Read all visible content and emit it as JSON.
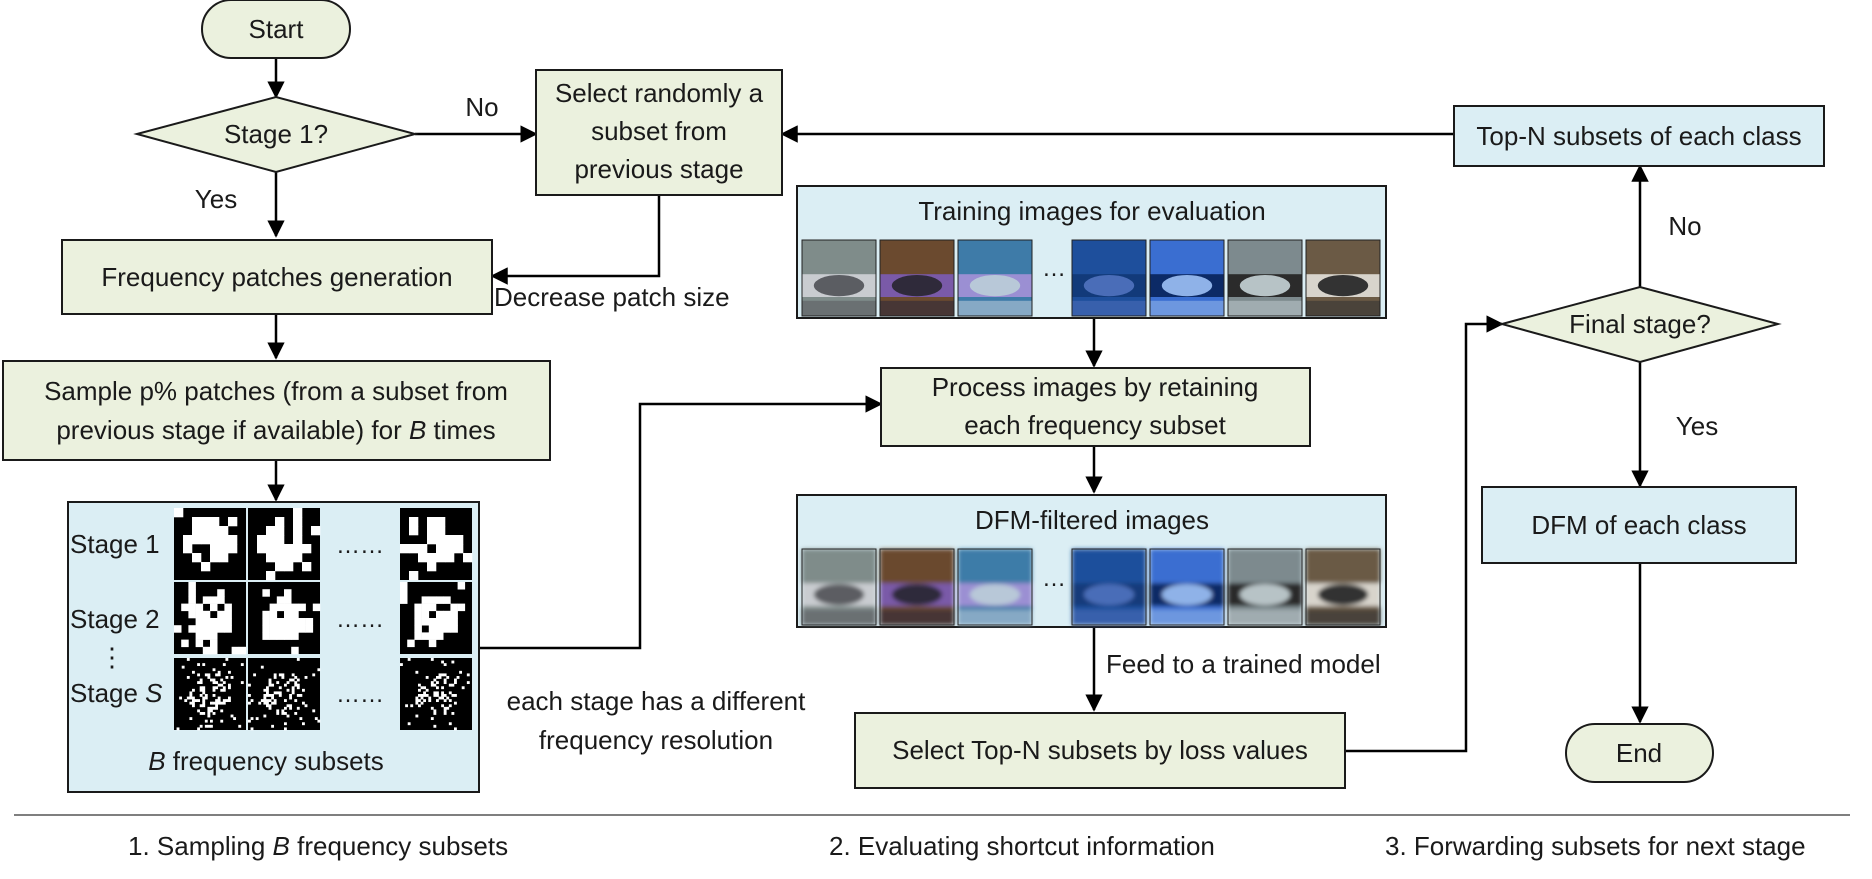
{
  "nodes": {
    "start": "Start",
    "stage1_decision": "Stage 1?",
    "select_random": [
      "Select randomly a",
      "subset from",
      "previous stage"
    ],
    "freq_patches": "Frequency patches generation",
    "sample_patches": [
      "Sample p% patches (from a subset from",
      "previous stage if available) for "
    ],
    "sample_patches_var": "B",
    "sample_patches_tail": " times",
    "training_images": "Training images for evaluation",
    "process_images": [
      "Process images by retaining",
      "each frequency subset"
    ],
    "dfm_filtered": "DFM-filtered images",
    "select_topn": "Select Top-N subsets by loss values",
    "topn_each_class": "Top-N subsets of each class",
    "final_stage": "Final stage?",
    "dfm_each_class": "DFM of each class",
    "end": "End"
  },
  "edge_labels": {
    "no1": "No",
    "yes1": "Yes",
    "decrease": "Decrease patch size",
    "no2": "No",
    "yes2": "Yes",
    "feed": "Feed to a trained model",
    "each_stage": [
      "each stage has a different",
      "frequency resolution"
    ]
  },
  "subsets_panel": {
    "rows": [
      "Stage 1",
      "Stage 2",
      "Stage "
    ],
    "row3_var": "S",
    "vdots": "⋮",
    "hdots": "……",
    "caption_var": "B",
    "caption": " frequency subsets"
  },
  "image_strip_ellipsis": "…",
  "sections": {
    "s1_prefix": "1. Sampling ",
    "s1_var": "B",
    "s1_suffix": " frequency subsets",
    "s2": "2. Evaluating shortcut information",
    "s3": "3. Forwarding subsets for next stage"
  },
  "colors": {
    "process_fill": "#ebf1de",
    "data_fill": "#dbeef4",
    "line": "#000000"
  }
}
